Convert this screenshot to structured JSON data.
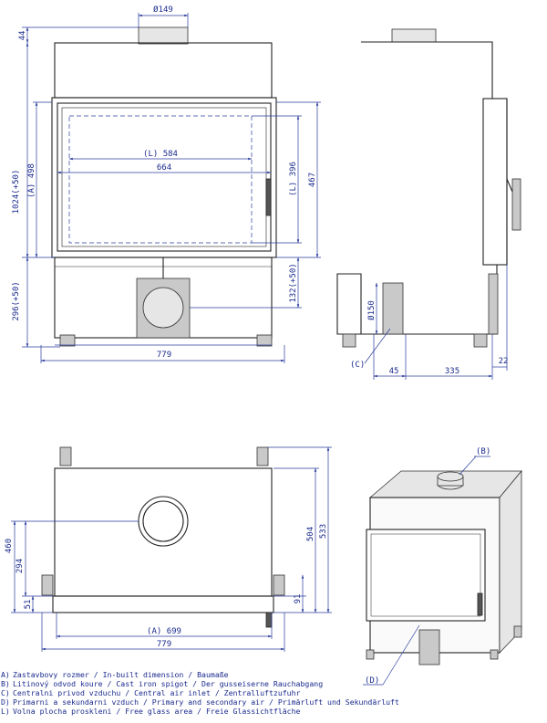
{
  "front": {
    "d_149": "Ø149",
    "d_44": "44",
    "d_1024": "1024(+50)",
    "d_498": "(A) 498",
    "d_584": "(L) 584",
    "d_664": "664",
    "d_396": "(L) 396",
    "d_467": "467",
    "d_296": "296(+50)",
    "d_132": "132(+50)",
    "d_779": "779"
  },
  "side": {
    "d_150": "Ø150",
    "label_c": "(C)",
    "d_45": "45",
    "d_335": "335",
    "d_22": "22"
  },
  "top": {
    "d_460": "460",
    "d_294": "294",
    "d_51": "51",
    "d_504": "504",
    "d_533": "533",
    "d_91": "91",
    "d_699": "(A) 699",
    "d_779": "779"
  },
  "iso": {
    "label_b": "(B)",
    "label_d": "(D)"
  },
  "legend": [
    {
      "key": "A)",
      "text": "Zastavbovy rozmer / In-built dimension / Baumaße"
    },
    {
      "key": "B)",
      "text": "Litinový odvod koure / Cast iron spigot / Der gusseiserne Rauchabgang"
    },
    {
      "key": "C)",
      "text": "Centralni privod vzduchu / Central air inlet / Zentralluftzufuhr"
    },
    {
      "key": "D)",
      "text": "Primarni a sekundarni vzduch / Primary and secondary air / Primärluft und Sekundärluft"
    },
    {
      "key": "L)",
      "text": "Volna plocha proskleni / Free glass area / Freie Glassichtfläche"
    }
  ],
  "colors": {
    "dimension": "#1a2a8c",
    "outline": "#222222"
  }
}
